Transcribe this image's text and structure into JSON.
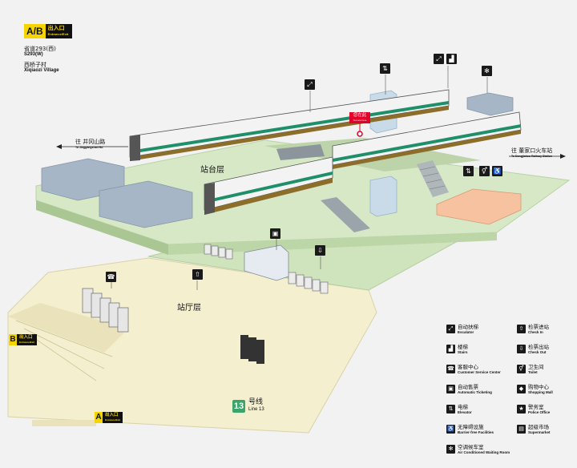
{
  "header": {
    "exit_code": "A/B",
    "exit_cn": "出入口",
    "exit_en": "Entrance/Exit",
    "road_cn": "省道293(西)",
    "road_en": "S293(W)",
    "village_cn": "西桥子村",
    "village_en": "Xiqiaozi Village"
  },
  "directions": {
    "left_cn": "往 井冈山路",
    "left_en": "To Jinggangshan Rd",
    "right_cn": "往 董家口火车站",
    "right_en": "To Dongjiakou Railway Station"
  },
  "labels": {
    "platform": "站台层",
    "concourse": "站厅层",
    "you_are_here_cn": "您在此",
    "you_are_here_en": "You are here",
    "line_number": "13",
    "line_cn": "号线",
    "line_en": "Line 13"
  },
  "exits": {
    "b_code": "B",
    "b_cn": "出入口",
    "b_en": "Entrance/Exit",
    "a_code": "A",
    "a_cn": "出入口",
    "a_en": "Entrance/Exit"
  },
  "legend": [
    {
      "cn": "自动扶梯",
      "en": "Escalator",
      "icon": "escalator-icon"
    },
    {
      "cn": "检票进站",
      "en": "Check In",
      "icon": "check-in-icon"
    },
    {
      "cn": "楼梯",
      "en": "Stairs",
      "icon": "stairs-icon"
    },
    {
      "cn": "检票出站",
      "en": "Check Out",
      "icon": "check-out-icon"
    },
    {
      "cn": "客服中心",
      "en": "Customer Service Center",
      "icon": "customer-service-icon"
    },
    {
      "cn": "卫生间",
      "en": "Toilet",
      "icon": "toilet-icon"
    },
    {
      "cn": "自动售票",
      "en": "Automatic Ticketing",
      "icon": "ticket-machine-icon"
    },
    {
      "cn": "购物中心",
      "en": "Shopping Mall",
      "icon": "shopping-mall-icon"
    },
    {
      "cn": "电梯",
      "en": "Elevator",
      "icon": "elevator-icon"
    },
    {
      "cn": "警务室",
      "en": "Police Office",
      "icon": "police-icon"
    },
    {
      "cn": "无障碍设施",
      "en": "Barrier-free Facilities",
      "icon": "accessible-icon"
    },
    {
      "cn": "超级市场",
      "en": "Supermarket",
      "icon": "supermarket-icon"
    },
    {
      "cn": "空调候车室",
      "en": "Air Conditioned Waiting Room",
      "icon": "ac-waiting-icon"
    }
  ],
  "colors": {
    "platform_green": "#d6e8c6",
    "concourse_beige": "#f4efcf",
    "train_stripe": "#1f8f6a",
    "exit_yellow": "#f5d400",
    "you_are_here": "#e0002a"
  }
}
